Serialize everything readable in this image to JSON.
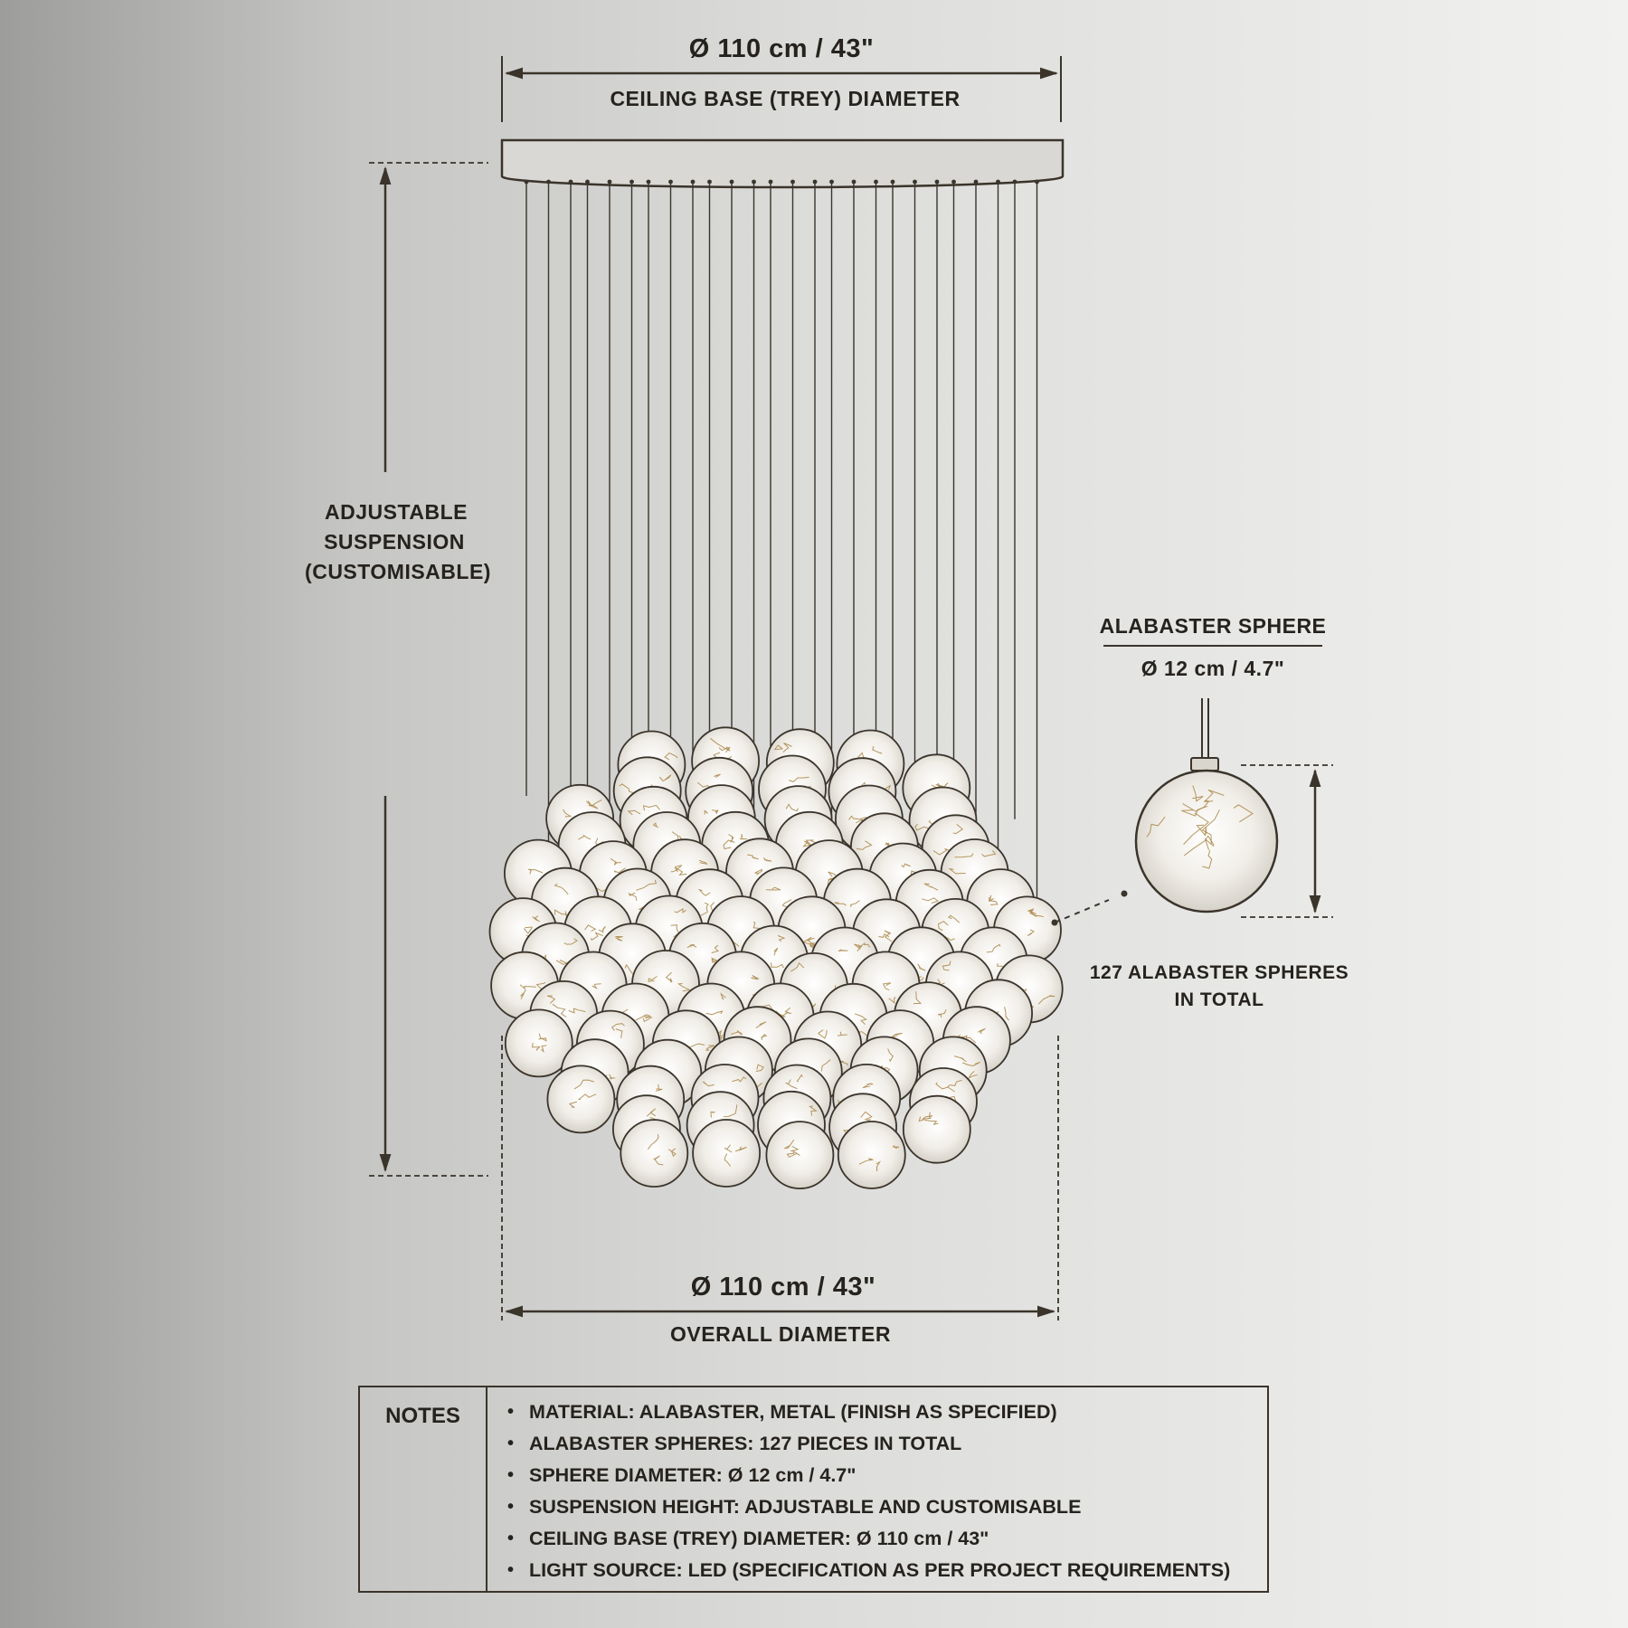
{
  "top_dimension": {
    "value": "Ø 110 cm / 43\"",
    "label": "CEILING BASE (TREY) DIAMETER"
  },
  "suspension_label": [
    "ADJUSTABLE",
    "SUSPENSION",
    "(CUSTOMISABLE)"
  ],
  "sphere_detail": {
    "title": "ALABASTER SPHERE",
    "value": "Ø 12 cm / 4.7\""
  },
  "sphere_count": [
    "127 ALABASTER SPHERES",
    "IN TOTAL"
  ],
  "bottom_dimension": {
    "value": "Ø 110 cm / 43\"",
    "label": "OVERALL DIAMETER"
  },
  "notes": {
    "heading": "NOTES",
    "items": [
      "MATERIAL: ALABASTER, METAL (FINISH AS SPECIFIED)",
      "ALABASTER SPHERES: 127 PIECES IN TOTAL",
      "SPHERE DIAMETER: Ø 12 cm / 4.7\"",
      "SUSPENSION HEIGHT: ADJUSTABLE AND CUSTOMISABLE",
      "CEILING BASE (TREY) DIAMETER: Ø 110 cm / 43\"",
      "LIGHT SOURCE: LED (SPECIFICATION AS PER PROJECT REQUIREMENTS)"
    ]
  },
  "colors": {
    "line": "#3a342b",
    "text": "#26231e",
    "sphere_fill": "#e6e2da",
    "vein": "#a98545"
  }
}
